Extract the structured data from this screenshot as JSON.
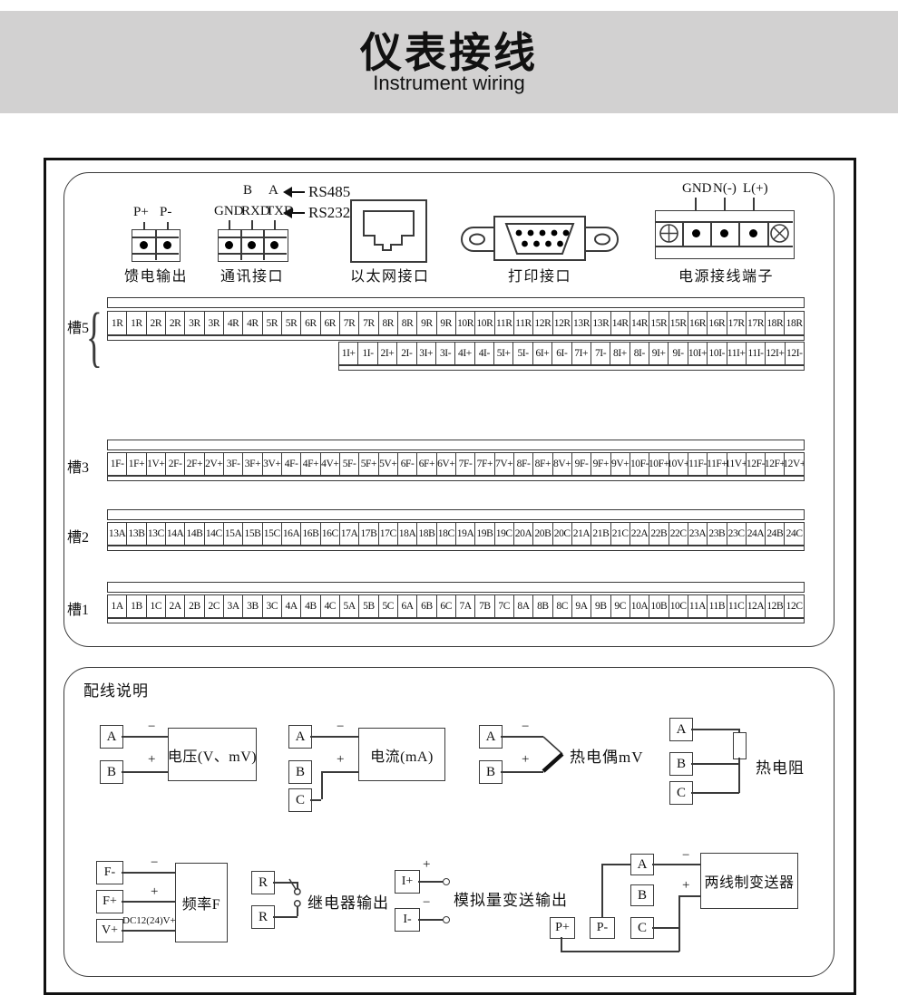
{
  "header": {
    "title": "仪表接线",
    "subtitle": "Instrument wiring"
  },
  "connectors": {
    "feed": {
      "label": "馈电输出",
      "pins": [
        "P+",
        "P-"
      ]
    },
    "comm": {
      "label": "通讯接口",
      "rs485_pins": [
        "B",
        "A"
      ],
      "rs485": "RS485",
      "pins": [
        "GND",
        "RXD",
        "TXD"
      ],
      "rs232": "RS232"
    },
    "ethernet": {
      "label": "以太网接口"
    },
    "printer": {
      "label": "打印接口"
    },
    "power": {
      "label": "电源接线端子",
      "pins": [
        "GND",
        "N(-)",
        "L(+)"
      ]
    }
  },
  "slots": {
    "slot5": {
      "label": "槽5",
      "row1": [
        "1R",
        "1R",
        "2R",
        "2R",
        "3R",
        "3R",
        "4R",
        "4R",
        "5R",
        "5R",
        "6R",
        "6R",
        "7R",
        "7R",
        "8R",
        "8R",
        "9R",
        "9R",
        "10R",
        "10R",
        "11R",
        "11R",
        "12R",
        "12R",
        "13R",
        "13R",
        "14R",
        "14R",
        "15R",
        "15R",
        "16R",
        "16R",
        "17R",
        "17R",
        "18R",
        "18R"
      ],
      "row2": [
        "1I+",
        "1I-",
        "2I+",
        "2I-",
        "3I+",
        "3I-",
        "4I+",
        "4I-",
        "5I+",
        "5I-",
        "6I+",
        "6I-",
        "7I+",
        "7I-",
        "8I+",
        "8I-",
        "9I+",
        "9I-",
        "10I+",
        "10I-",
        "11I+",
        "11I-",
        "12I+",
        "12I-"
      ]
    },
    "slot3": {
      "label": "槽3",
      "cells": [
        "1F-",
        "1F+",
        "1V+",
        "2F-",
        "2F+",
        "2V+",
        "3F-",
        "3F+",
        "3V+",
        "4F-",
        "4F+",
        "4V+",
        "5F-",
        "5F+",
        "5V+",
        "6F-",
        "6F+",
        "6V+",
        "7F-",
        "7F+",
        "7V+",
        "8F-",
        "8F+",
        "8V+",
        "9F-",
        "9F+",
        "9V+",
        "10F-",
        "10F+",
        "10V+",
        "11F-",
        "11F+",
        "11V+",
        "12F-",
        "12F+",
        "12V+"
      ]
    },
    "slot2": {
      "label": "槽2",
      "cells": [
        "13A",
        "13B",
        "13C",
        "14A",
        "14B",
        "14C",
        "15A",
        "15B",
        "15C",
        "16A",
        "16B",
        "16C",
        "17A",
        "17B",
        "17C",
        "18A",
        "18B",
        "18C",
        "19A",
        "19B",
        "19C",
        "20A",
        "20B",
        "20C",
        "21A",
        "21B",
        "21C",
        "22A",
        "22B",
        "22C",
        "23A",
        "23B",
        "23C",
        "24A",
        "24B",
        "24C"
      ]
    },
    "slot1": {
      "label": "槽1",
      "cells": [
        "1A",
        "1B",
        "1C",
        "2A",
        "2B",
        "2C",
        "3A",
        "3B",
        "3C",
        "4A",
        "4B",
        "4C",
        "5A",
        "5B",
        "5C",
        "6A",
        "6B",
        "6C",
        "7A",
        "7B",
        "7C",
        "8A",
        "8B",
        "8C",
        "9A",
        "9B",
        "9C",
        "10A",
        "10B",
        "10C",
        "11A",
        "11B",
        "11C",
        "12A",
        "12B",
        "12C"
      ]
    }
  },
  "wiring": {
    "title": "配线说明",
    "voltage": {
      "terminals": [
        "A",
        "B"
      ],
      "minus": "−",
      "plus": "+",
      "device": "电压(V、mV)"
    },
    "current": {
      "terminals": [
        "A",
        "B",
        "C"
      ],
      "minus": "−",
      "plus": "+",
      "device": "电流(mA)"
    },
    "thermocouple": {
      "terminals": [
        "A",
        "B"
      ],
      "minus": "−",
      "plus": "+",
      "label": "热电偶mV"
    },
    "rtd": {
      "terminals": [
        "A",
        "B",
        "C"
      ],
      "label": "热电阻"
    },
    "frequency": {
      "terminals": [
        "F-",
        "F+",
        "V+"
      ],
      "minus": "−",
      "plus": "+",
      "dc": "DC12(24)V+",
      "device": "频率F"
    },
    "relay": {
      "terminals": [
        "R",
        "R"
      ],
      "label": "继电器输出"
    },
    "analog": {
      "terminals": [
        "I+",
        "I-"
      ],
      "plus": "+",
      "minus": "−",
      "label": "模拟量变送输出"
    },
    "transmitter": {
      "terminals": [
        "A",
        "B",
        "C"
      ],
      "p_plus": "P+",
      "p_minus": "P-",
      "minus": "−",
      "plus": "+",
      "device": "两线制变送器"
    }
  },
  "colors": {
    "banner": "#d2d1d1",
    "line": "#3a3a3a",
    "frame": "#111111"
  }
}
